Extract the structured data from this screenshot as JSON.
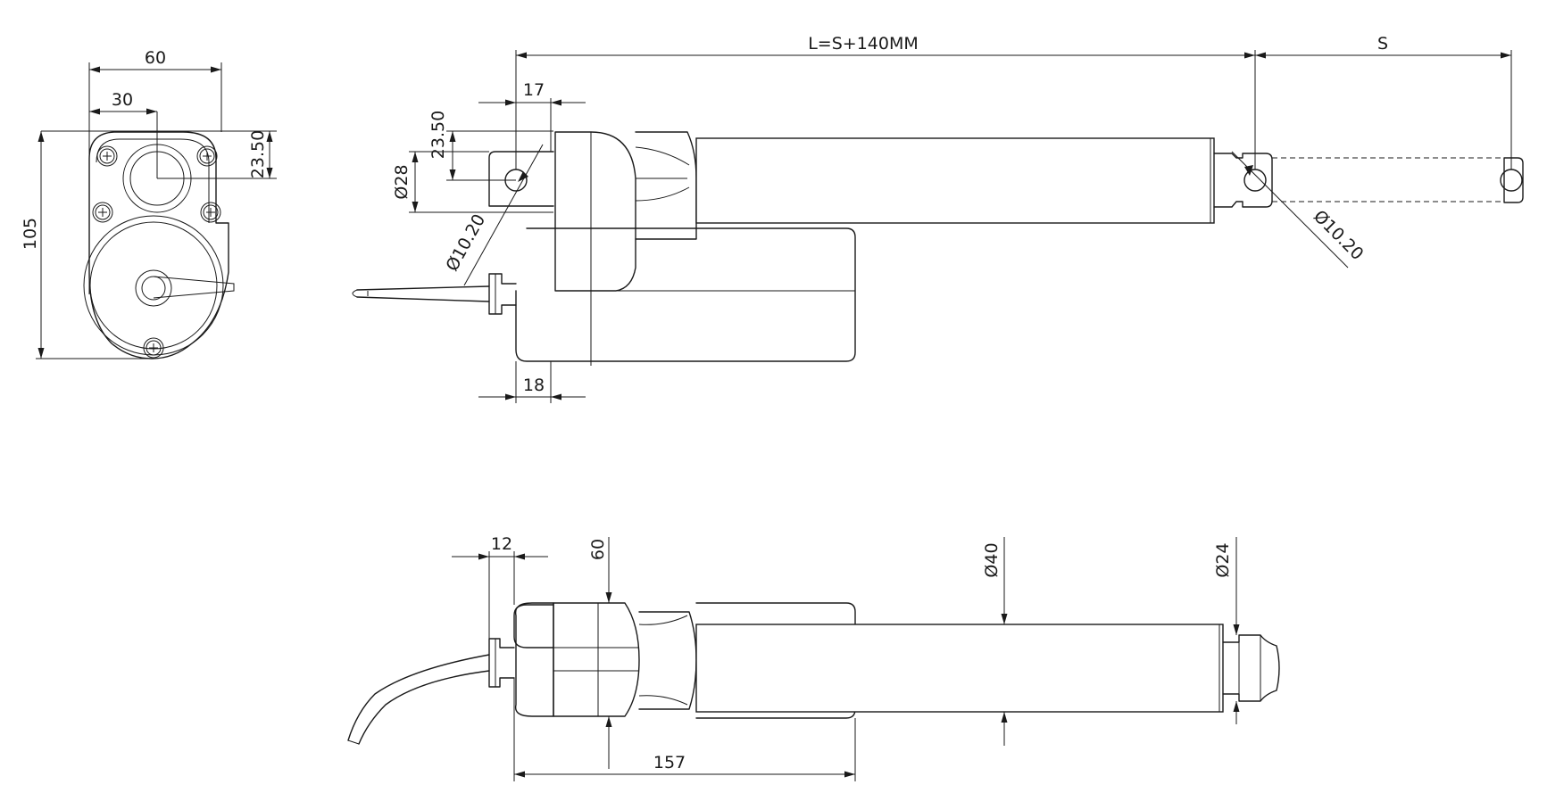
{
  "drawing": {
    "end_view": {
      "width_label": "60",
      "half_width_label": "30",
      "offset_label": "23.50",
      "height_label": "105"
    },
    "side_view": {
      "length_label": "L=S+140MM",
      "stroke_label": "S",
      "clevis_offset_label": "17",
      "clevis_height_label": "23.50",
      "clevis_width_label": "Ø28",
      "rear_hole_label": "Ø10.20",
      "front_hole_label": "Ø10.20",
      "rear_depth_label": "18"
    },
    "top_view": {
      "rear_offset_label": "12",
      "housing_label": "60",
      "tube_dia_label": "Ø40",
      "rod_dia_label": "Ø24",
      "body_length_label": "157"
    }
  }
}
